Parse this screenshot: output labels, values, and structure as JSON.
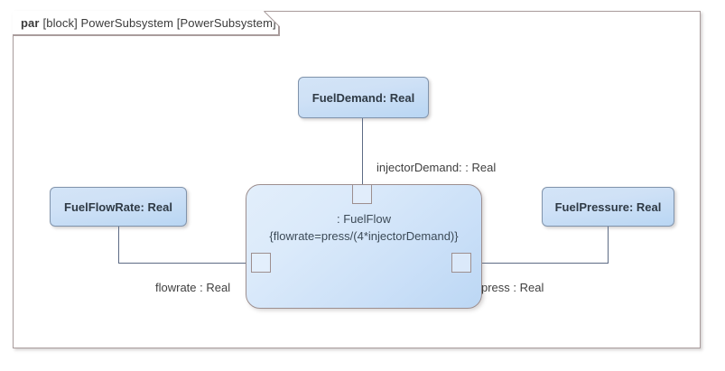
{
  "diagram": {
    "kind": "sysml-parametric-diagram",
    "header": {
      "keyword": "par",
      "qualifier": "[block] PowerSubsystem [PowerSubsystem]",
      "full": "par [block] PowerSubsystem [PowerSubsystem]"
    },
    "constraint_block": {
      "name": ": FuelFlow",
      "expression": "{flowrate=press/(4*injectorDemand)}",
      "ports": [
        {
          "id": "top",
          "parameter": "injectorDemand",
          "type": "Real"
        },
        {
          "id": "left",
          "parameter": "flowrate",
          "type": "Real"
        },
        {
          "id": "right",
          "parameter": "press",
          "type": "Real"
        }
      ]
    },
    "value_properties": [
      {
        "id": "fueldemand",
        "label": "FuelDemand: Real",
        "name": "FuelDemand",
        "type": "Real"
      },
      {
        "id": "fuelflowrate",
        "label": "FuelFlowRate: Real",
        "name": "FuelFlowRate",
        "type": "Real"
      },
      {
        "id": "fuelpressure",
        "label": "FuelPressure: Real",
        "name": "FuelPressure",
        "type": "Real"
      }
    ],
    "connector_labels": [
      {
        "id": "injectordemand",
        "text": "injectorDemand: : Real",
        "from": "FuelDemand",
        "to": "FuelFlow.injectorDemand"
      },
      {
        "id": "flowrate",
        "text": "flowrate : Real",
        "from": "FuelFlowRate",
        "to": "FuelFlow.flowrate"
      },
      {
        "id": "press",
        "text": "press : Real",
        "from": "FuelPressure",
        "to": "FuelFlow.press"
      }
    ],
    "colors": {
      "frame_border": "#a99c9c",
      "block_border": "#9d8f8f",
      "property_border": "#8093ab",
      "property_fill": "#cfe1f6",
      "constraint_fill": "#dbeafa",
      "connector": "#5d6b85",
      "text": "#3a3a3a",
      "background": "#ffffff"
    }
  }
}
